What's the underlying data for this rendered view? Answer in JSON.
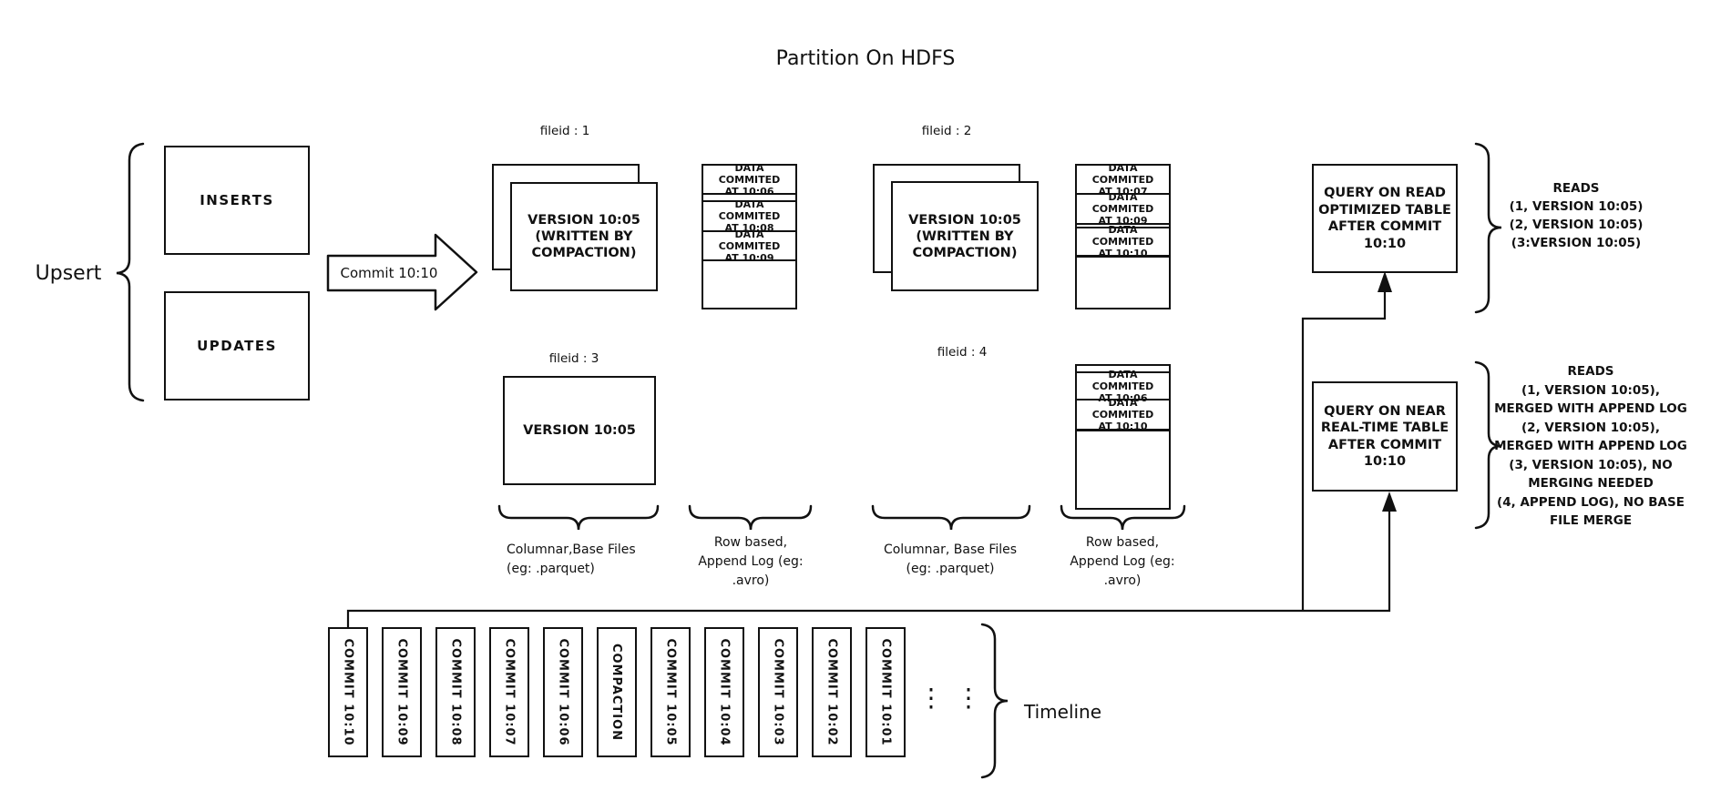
{
  "title": "Partition On HDFS",
  "upsert": {
    "label": "Upsert",
    "inserts": "INSERTS",
    "updates": "UPDATES"
  },
  "commit_arrow": {
    "label": "Commit 10:10"
  },
  "file_groups": {
    "fg1": {
      "label": "fileid : 1",
      "base": "VERSION 10:05\n(WRITTEN BY\nCOMPACTION)"
    },
    "fg2": {
      "label": "fileid : 2",
      "base": "VERSION 10:05\n(WRITTEN BY\nCOMPACTION)"
    },
    "fg3": {
      "label": "fileid : 3",
      "base": "VERSION 10:05"
    },
    "fg4": {
      "label": "fileid : 4"
    }
  },
  "logs": {
    "log1": {
      "rows": [
        "DATA COMMITED\nAT 10:06",
        "DATA COMMITED\nAT 10:08",
        "DATA COMMITED\nAT 10:09"
      ]
    },
    "log2": {
      "rows": [
        "DATA COMMITED\nAT 10:07",
        "DATA COMMITED\nAT 10:09",
        "DATA COMMITED\nAT 10:10"
      ]
    },
    "log4": {
      "rows": [
        "DATA COMMITED\nAT 10:06",
        "DATA COMMITED\nAT 10:10"
      ]
    }
  },
  "annotations": {
    "columnar1": "Columnar,Base Files\n(eg: .parquet)",
    "rowbased1": "Row based,\nAppend Log  (eg:\n.avro)",
    "columnar2": "Columnar, Base Files\n(eg: .parquet)",
    "rowbased2": "Row based,\nAppend Log  (eg:\n.avro)"
  },
  "queries": {
    "read_optimized": {
      "box": "QUERY ON READ\nOPTIMIZED TABLE\nAFTER COMMIT\n10:10",
      "reads": "READS\n(1, VERSION 10:05)\n(2, VERSION 10:05)\n(3:VERSION 10:05)"
    },
    "near_realtime": {
      "box": "QUERY ON NEAR\nREAL-TIME TABLE\nAFTER COMMIT\n10:10",
      "reads": "READS\n(1, VERSION 10:05),\nMERGED WITH APPEND LOG\n(2, VERSION 10:05),\nMERGED WITH APPEND LOG\n(3, VERSION 10:05), NO\nMERGING NEEDED\n(4, APPEND LOG), NO BASE\nFILE MERGE"
    }
  },
  "timeline": {
    "label": "Timeline",
    "entries": [
      "COMMIT 10:10",
      "COMMIT 10:09",
      "COMMIT 10:08",
      "COMMIT 10:07",
      "COMMIT 10:06",
      "COMPACTION",
      "COMMIT 10:05",
      "COMMIT 10:04",
      "COMMIT 10:03",
      "COMMIT 10:02",
      "COMMIT 10:01"
    ],
    "ellipsis": [
      "⋮",
      "⋮"
    ]
  },
  "colors": {
    "ink": "#111111",
    "background": "#ffffff"
  }
}
